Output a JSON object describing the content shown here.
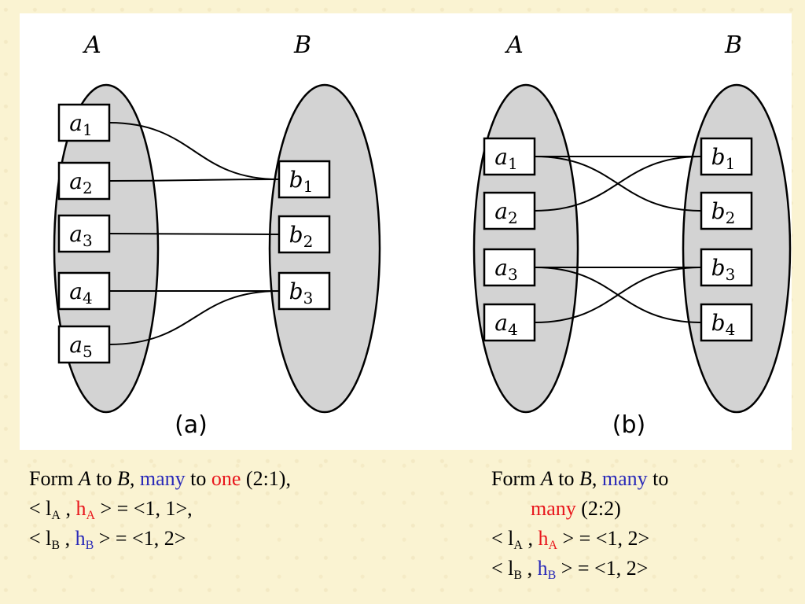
{
  "diagrams": [
    {
      "set_a_label": "A",
      "set_b_label": "B",
      "caption": "(a)",
      "a_elements": [
        {
          "letter": "a",
          "index": "1"
        },
        {
          "letter": "a",
          "index": "2"
        },
        {
          "letter": "a",
          "index": "3"
        },
        {
          "letter": "a",
          "index": "4"
        },
        {
          "letter": "a",
          "index": "5"
        }
      ],
      "b_elements": [
        {
          "letter": "b",
          "index": "1"
        },
        {
          "letter": "b",
          "index": "2"
        },
        {
          "letter": "b",
          "index": "3"
        }
      ],
      "mappings": [
        {
          "from": "a1",
          "to": "b1"
        },
        {
          "from": "a2",
          "to": "b1"
        },
        {
          "from": "a3",
          "to": "b2"
        },
        {
          "from": "a4",
          "to": "b3"
        },
        {
          "from": "a5",
          "to": "b3"
        }
      ]
    },
    {
      "set_a_label": "A",
      "set_b_label": "B",
      "caption": "(b)",
      "a_elements": [
        {
          "letter": "a",
          "index": "1"
        },
        {
          "letter": "a",
          "index": "2"
        },
        {
          "letter": "a",
          "index": "3"
        },
        {
          "letter": "a",
          "index": "4"
        }
      ],
      "b_elements": [
        {
          "letter": "b",
          "index": "1"
        },
        {
          "letter": "b",
          "index": "2"
        },
        {
          "letter": "b",
          "index": "3"
        },
        {
          "letter": "b",
          "index": "4"
        }
      ],
      "mappings": [
        {
          "from": "a1",
          "to": "b1"
        },
        {
          "from": "a1",
          "to": "b2"
        },
        {
          "from": "a2",
          "to": "b1"
        },
        {
          "from": "a3",
          "to": "b3"
        },
        {
          "from": "a3",
          "to": "b4"
        },
        {
          "from": "a4",
          "to": "b3"
        }
      ]
    }
  ],
  "left_text": {
    "line1": {
      "form": "Form ",
      "a": "A",
      "to1": " to ",
      "b": "B,",
      "space": " ",
      "many": "many",
      "to2": " to ",
      "one": "one",
      "ratio": " (2:1),"
    },
    "line2": {
      "open": "< l",
      "l_sub": "A",
      "comma": " , ",
      "h": "h",
      "h_sub": "A",
      "value": " > = <1, 1>,"
    },
    "line3": {
      "open": "< l",
      "l_sub": "B",
      "comma": " , ",
      "h": "h",
      "h_sub": "B",
      "value": " > = <1, 2>"
    }
  },
  "right_text": {
    "line1": {
      "form": "Form ",
      "a": "A",
      "to1": " to ",
      "b": "B",
      "comma": ", ",
      "many": "many",
      "to2": " to"
    },
    "line2": {
      "many": "many",
      "ratio": " (2:2)"
    },
    "line3": {
      "open": "< l",
      "l_sub": "A",
      "comma": " , ",
      "h": "h",
      "h_sub": "A",
      "value": " > = <1, 2>"
    },
    "line4": {
      "open": "< l",
      "l_sub": "B",
      "comma": " , ",
      "h": "h",
      "h_sub": "B",
      "value": " > = <1, 2>"
    }
  },
  "colors": {
    "accent_red": "#e8161c",
    "accent_blue": "#2a2ab8",
    "ellipse_fill": "#d3d3d3",
    "background": "#faf3d2"
  }
}
